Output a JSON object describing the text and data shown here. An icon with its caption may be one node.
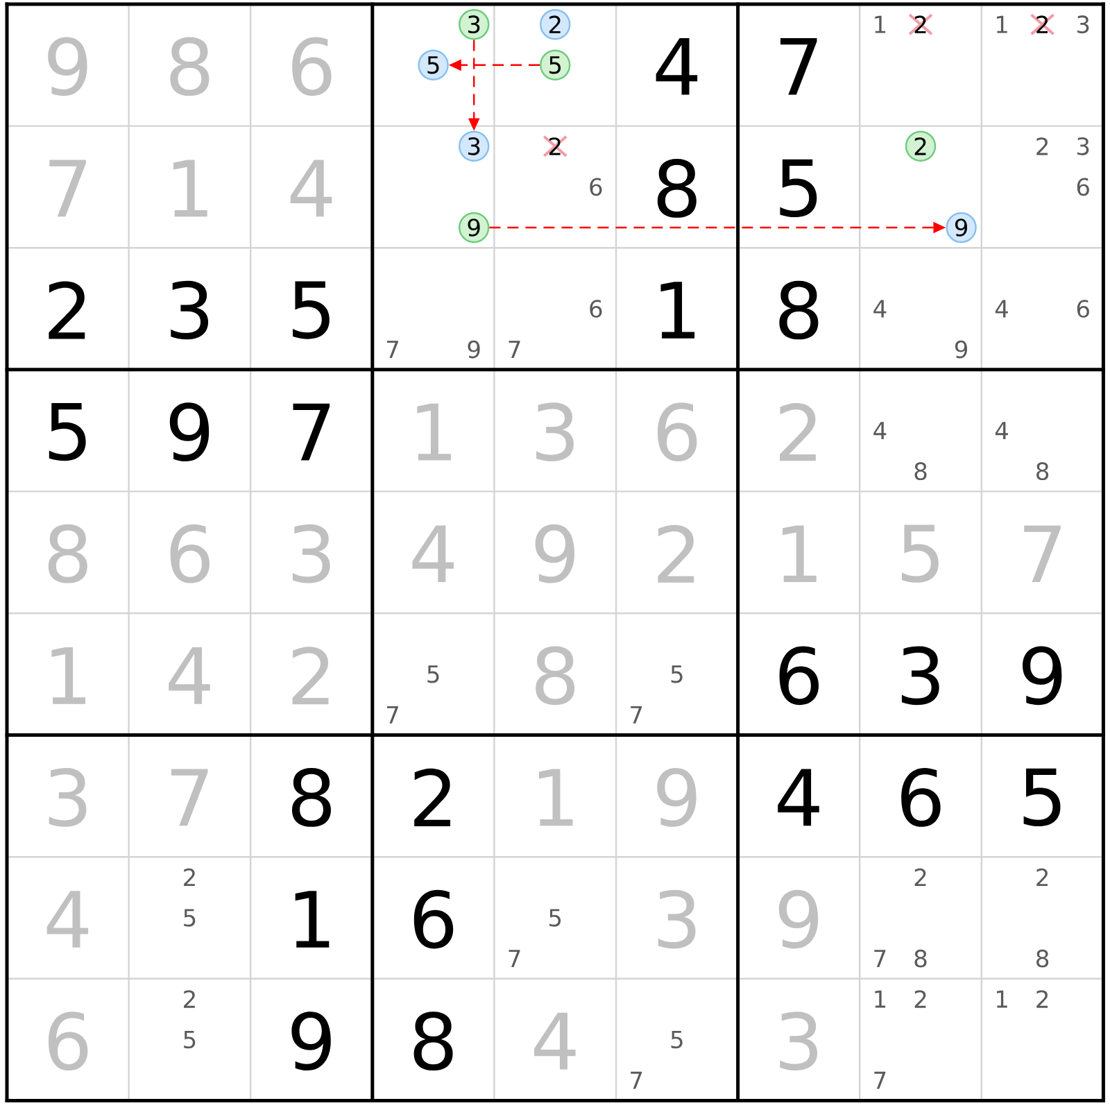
{
  "diagram": {
    "nodes": [
      {
        "text": [
          "3"
        ]
      },
      {
        "text": [
          "2"
        ]
      },
      {
        "text": [
          "5"
        ]
      },
      {
        "text": [
          "5"
        ]
      },
      {
        "text": [
          "3"
        ]
      },
      {
        "text": [
          "2"
        ]
      },
      {
        "text": [
          "9"
        ]
      },
      {
        "text": [
          "9"
        ]
      }
    ],
    "edges": [
      {
        "from": 3,
        "to": 2,
        "arrow": "to",
        "style": "dashed"
      },
      {
        "from": 0,
        "to": 4,
        "arrow": "to",
        "style": "dashed"
      },
      {
        "from": 6,
        "to": 7,
        "arrow": "to",
        "style": "dashed"
      }
    ],
    "labels": [
      "9",
      "8",
      "6",
      "4",
      "7",
      "1",
      "2",
      "1",
      "2",
      "3",
      "7",
      "1",
      "4",
      "2",
      "6",
      "8",
      "5",
      "2",
      "3",
      "6",
      "2",
      "3",
      "5",
      "7",
      "9",
      "6",
      "7",
      "1",
      "8",
      "4",
      "9",
      "4",
      "6",
      "5",
      "9",
      "7",
      "1",
      "3",
      "6",
      "2",
      "4",
      "8",
      "4",
      "8",
      "8",
      "6",
      "3",
      "4",
      "9",
      "2",
      "1",
      "5",
      "7",
      "1",
      "4",
      "2",
      "5",
      "7",
      "8",
      "5",
      "7",
      "6",
      "3",
      "9",
      "3",
      "7",
      "8",
      "2",
      "1",
      "9",
      "4",
      "6",
      "5",
      "4",
      "2",
      "5",
      "1",
      "6",
      "5",
      "7",
      "3",
      "9",
      "2",
      "7",
      "8",
      "2",
      "8",
      "6",
      "2",
      "5",
      "9",
      "8",
      "4",
      "5",
      "7",
      "3",
      "1",
      "2",
      "7",
      "1",
      "2"
    ]
  }
}
